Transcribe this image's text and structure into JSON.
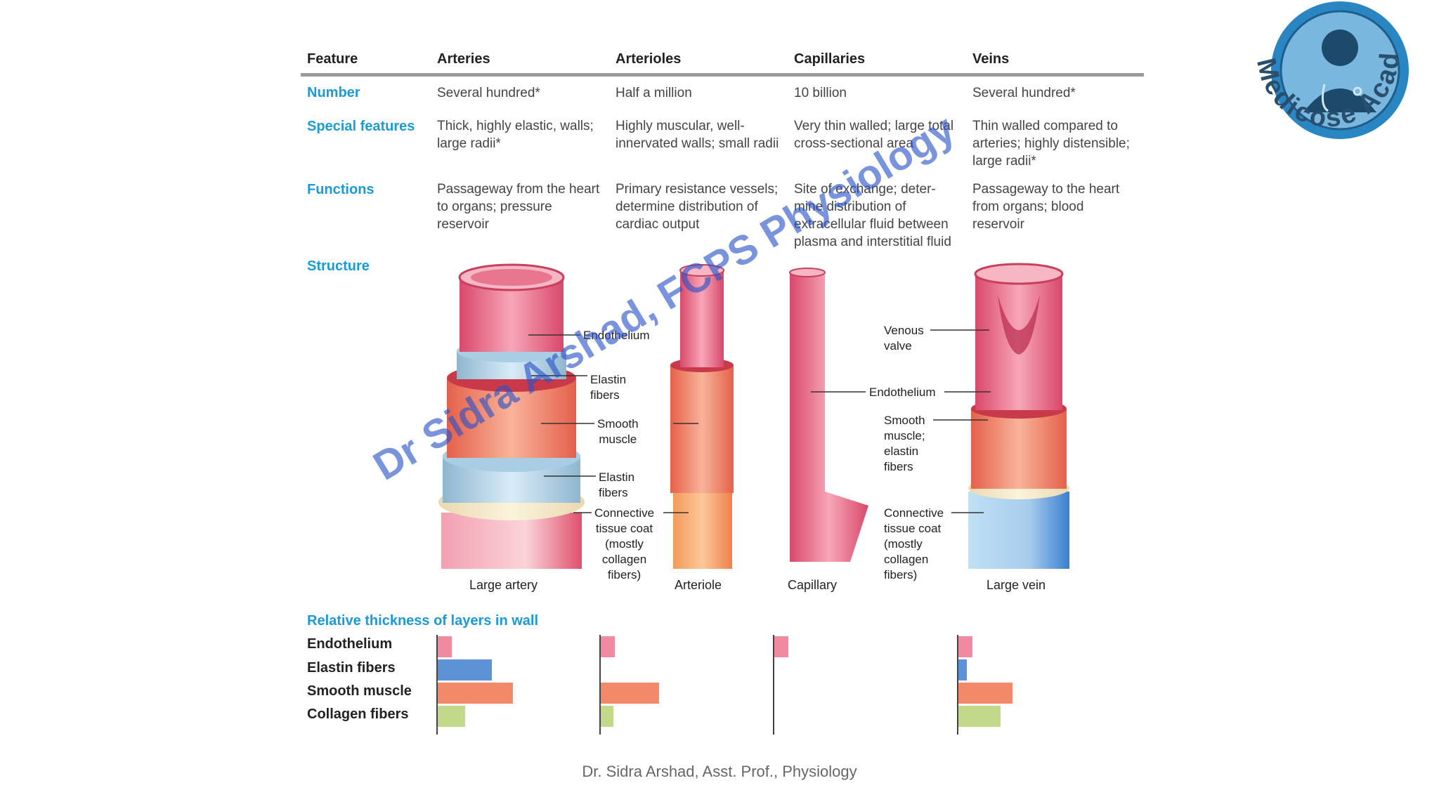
{
  "table": {
    "headers": [
      "Feature",
      "Arteries",
      "Arterioles",
      "Capillaries",
      "Veins"
    ],
    "rows": [
      {
        "label": "Number",
        "cells": [
          "Several hundred*",
          "Half a million",
          "10 billion",
          "Several hundred*"
        ]
      },
      {
        "label": "Special features",
        "cells": [
          "Thick, highly elastic, walls;\nlarge radii*",
          "Highly muscular, well-\ninnervated walls; small radii",
          "Very thin walled; large total\ncross-sectional area",
          "Thin walled compared to\narteries; highly distensible;\nlarge radii*"
        ]
      },
      {
        "label": "Functions",
        "cells": [
          "Passageway from the heart\nto organs; pressure\nreservoir",
          "Primary resistance vessels;\ndetermine distribution of\ncardiac output",
          "Site of exchange; deter-\nmine distribution of\nextracellular fluid between\nplasma and interstitial fluid",
          "Passageway to the heart\nfrom organs; blood\nreservoir"
        ]
      },
      {
        "label": "Structure"
      }
    ]
  },
  "figure": {
    "captions": [
      "Large artery",
      "Arteriole",
      "Capillary",
      "Large vein"
    ],
    "labels": {
      "endothelium": "Endothelium",
      "elastin_top": "Elastin\nfibers",
      "smooth_muscle": "Smooth\nmuscle",
      "elastin_bottom": "Elastin\nfibers",
      "connective_artery": "Connective\ntissue coat\n(mostly\ncollagen\nfibers)",
      "venous_valve": "Venous\nvalve",
      "endothelium_vein": "Endothelium",
      "smooth_muscle_vein": "Smooth\nmuscle;\nelastin\nfibers",
      "connective_vein": "Connective\ntissue coat\n(mostly\ncollagen\nfibers)"
    }
  },
  "thickness": {
    "title": "Relative thickness of layers in wall",
    "layers": [
      "Endothelium",
      "Elastin fibers",
      "Smooth muscle",
      "Collagen fibers"
    ],
    "colors": [
      "#f08aa0",
      "#5b93d6",
      "#f28a6a",
      "#c2d88a"
    ],
    "vessels": [
      {
        "name": "Arteries",
        "values": [
          0.19,
          0.72,
          1.0,
          0.36
        ]
      },
      {
        "name": "Arterioles",
        "values": [
          0.19,
          0.0,
          0.78,
          0.17
        ]
      },
      {
        "name": "Capillaries",
        "values": [
          0.19,
          0.0,
          0.0,
          0.0
        ]
      },
      {
        "name": "Veins",
        "values": [
          0.19,
          0.11,
          0.72,
          0.56
        ]
      }
    ]
  },
  "footer": "Dr. Sidra Arshad, Asst. Prof., Physiology",
  "watermark": "Dr Sidra Arshad, FCPS Physiology",
  "logo": {
    "text": "Medicose Academics"
  }
}
